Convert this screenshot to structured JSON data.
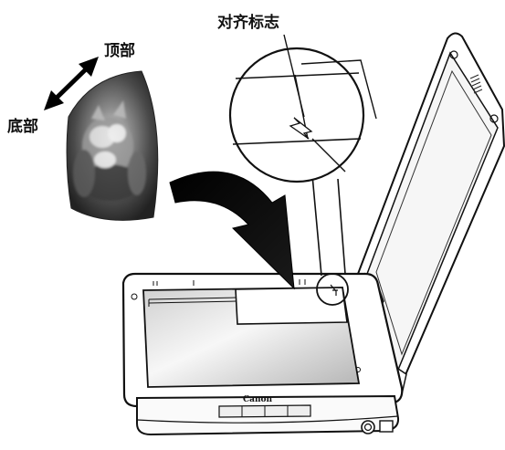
{
  "labels": {
    "alignment_mark": "对齐标志",
    "top": "顶部",
    "bottom": "底部"
  },
  "scanner": {
    "brand": "Canon"
  },
  "icons": [
    "double-arrow-icon",
    "curved-arrow-icon",
    "photo",
    "magnifier-circle",
    "alignment-mark-icon",
    "scanner"
  ]
}
